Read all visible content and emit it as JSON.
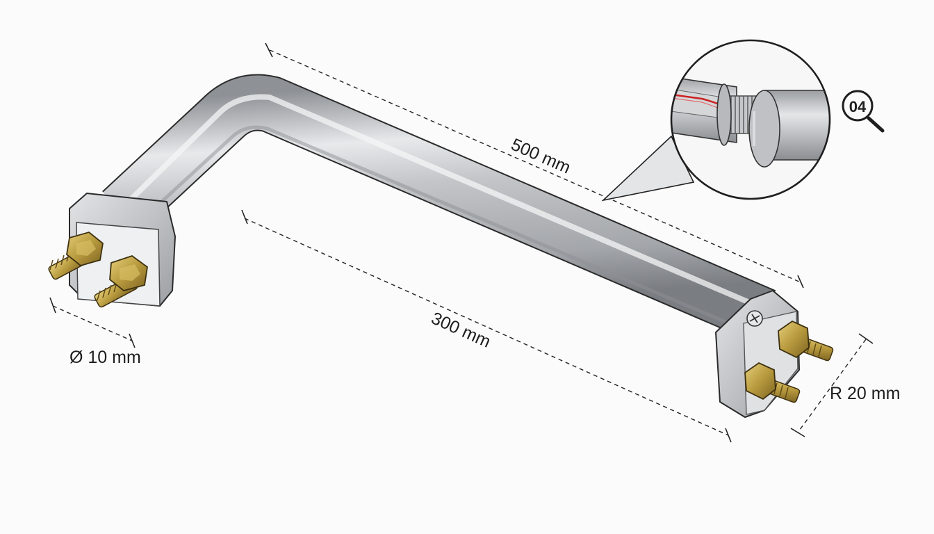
{
  "dimensions": {
    "overall_length": "500 mm",
    "straight_length": "300 mm",
    "tube_diameter": "Ø 10 mm",
    "bend_radius": "R 20 mm"
  },
  "detail_callout": {
    "badge": "04",
    "icon": "magnifier-icon"
  },
  "colors": {
    "tube": "#b9bcc0",
    "brass": "#b89a3e",
    "heating_wire": "#cc2222"
  }
}
